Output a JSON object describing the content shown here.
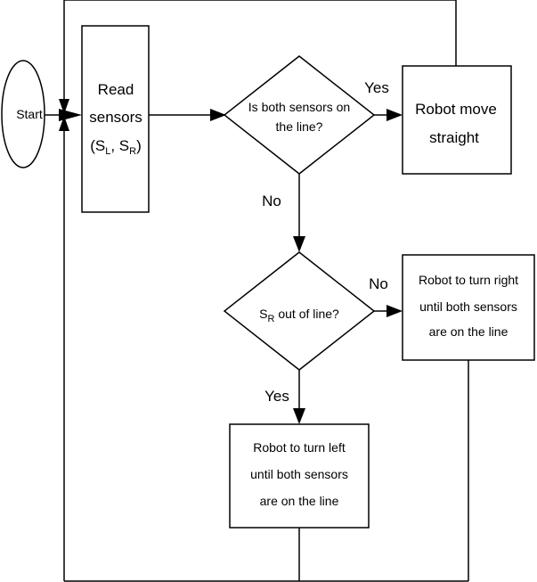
{
  "diagram": {
    "start": {
      "label": "Start"
    },
    "read_sensors": {
      "line1": "Read",
      "line2": "sensors",
      "line3": {
        "open": "(S",
        "sub_left": "L",
        "middle": ", S",
        "sub_right": "R",
        "close": ")"
      }
    },
    "decision_both": {
      "line1": "Is both sensors on",
      "line2": "the line?"
    },
    "move_straight": {
      "line1": "Robot move",
      "line2": "straight"
    },
    "decision_sr": {
      "prefix": "S",
      "sub": "R",
      "suffix": " out of line?"
    },
    "turn_right": {
      "line1": "Robot to turn right",
      "line2": "until both sensors",
      "line3": "are on the line"
    },
    "turn_left": {
      "line1": "Robot to turn left",
      "line2": "until both sensors",
      "line3": "are on the line"
    },
    "edge_labels": {
      "both_yes": "Yes",
      "both_no": "No",
      "sr_no": "No",
      "sr_yes": "Yes"
    },
    "colors": {
      "stroke": "#000000",
      "fill": "#ffffff"
    }
  }
}
